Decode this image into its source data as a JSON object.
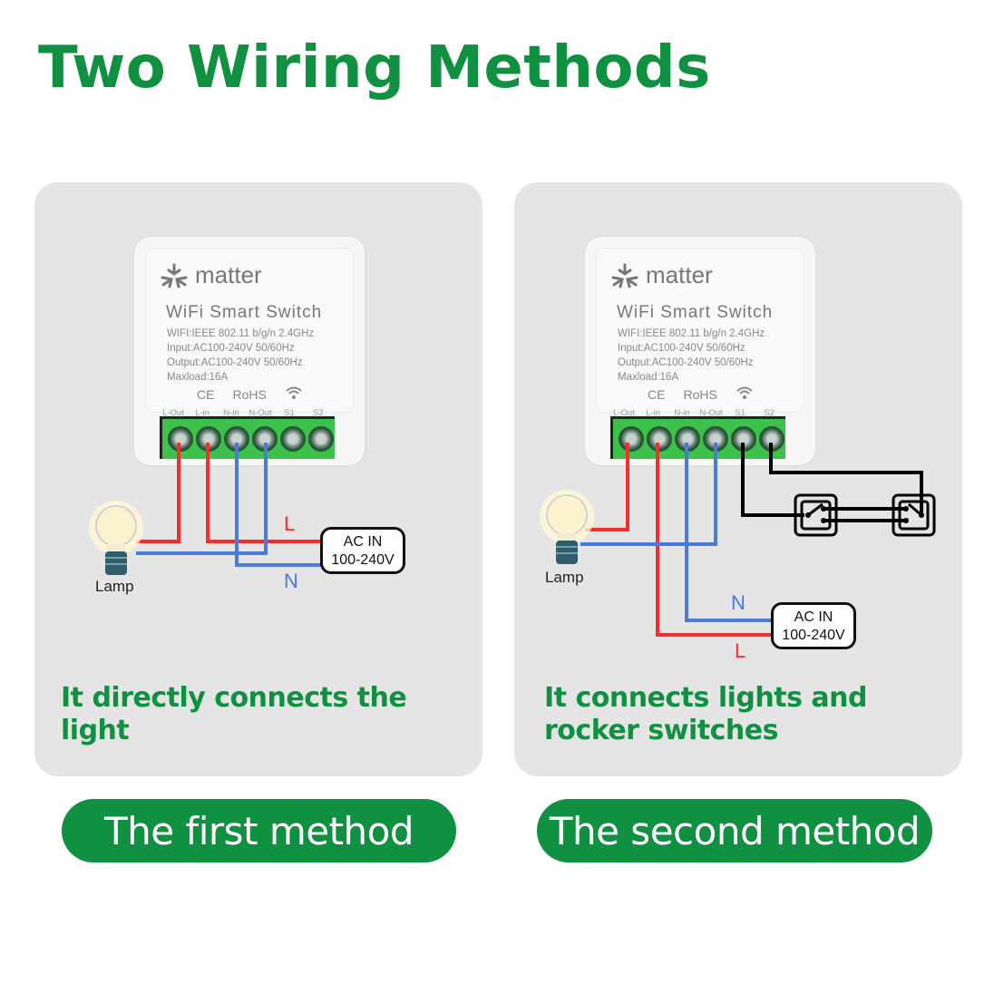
{
  "title": "Two Wiring Methods",
  "colors": {
    "brand_green": "#0f9141",
    "live_wire": "#ff2b2b",
    "neutral_wire": "#4a7adb",
    "switch_wire": "#000000",
    "panel_bg": "#e5e5e5"
  },
  "device": {
    "logo_icon": "matter-logo-icon",
    "logo_text": "matter",
    "name": "WiFi Smart Switch",
    "specs": [
      "WIFI:IEEE 802.11 b/g/n 2.4GHz",
      "Input:AC100-240V 50/60Hz",
      "Output:AC100-240V 50/60Hz",
      "Maxload:16A"
    ],
    "certs": {
      "ce": "CE",
      "rohs": "RoHS",
      "wifi_icon": "wifi-icon"
    },
    "ports": [
      "L-Out",
      "L-in",
      "N-in",
      "N-Out",
      "S1",
      "S2"
    ]
  },
  "methods": [
    {
      "lamp_label": "Lamp",
      "ac_in": {
        "line1": "AC IN",
        "line2": "100-240V"
      },
      "wire_labels": {
        "live": "L",
        "neutral": "N"
      },
      "description": "It directly connects the light",
      "button": "The first method"
    },
    {
      "lamp_label": "Lamp",
      "ac_in": {
        "line1": "AC IN",
        "line2": "100-240V"
      },
      "wire_labels": {
        "live": "L",
        "neutral": "N"
      },
      "description": "It connects lights and rocker switches",
      "button": "The second method"
    }
  ]
}
